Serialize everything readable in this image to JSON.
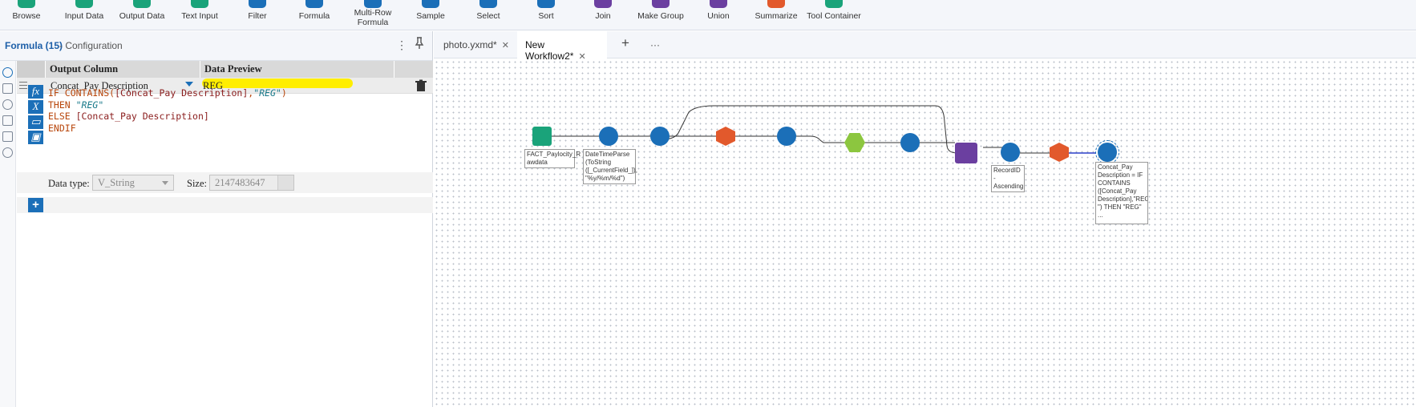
{
  "ribbon": {
    "items": [
      {
        "label": "Browse",
        "color": "#1aa37a"
      },
      {
        "label": "Input Data",
        "color": "#1aa37a"
      },
      {
        "label": "Output Data",
        "color": "#1aa37a"
      },
      {
        "label": "Text Input",
        "color": "#1aa37a"
      },
      {
        "label": "Filter",
        "color": "#1b6fb8"
      },
      {
        "label": "Formula",
        "color": "#1b6fb8"
      },
      {
        "label": "Multi-Row Formula",
        "color": "#1b6fb8"
      },
      {
        "label": "Sample",
        "color": "#1b6fb8"
      },
      {
        "label": "Select",
        "color": "#1b6fb8"
      },
      {
        "label": "Sort",
        "color": "#1b6fb8"
      },
      {
        "label": "Join",
        "color": "#6b3fa0"
      },
      {
        "label": "Make Group",
        "color": "#6b3fa0"
      },
      {
        "label": "Union",
        "color": "#6b3fa0"
      },
      {
        "label": "Summarize",
        "color": "#e2592c"
      },
      {
        "label": "Tool Container",
        "color": "#1aa37a"
      }
    ]
  },
  "config": {
    "title": "Formula (15)",
    "subtitle": "- Configuration",
    "menu_icon": "more-vertical-icon",
    "pin_icon": "pin-icon",
    "columns": {
      "output": "Output Column",
      "preview": "Data Preview"
    },
    "row": {
      "output_column": "Concat_Pay Description",
      "preview_value": "REG"
    },
    "expression": {
      "l1_kw": "IF CONTAINS(",
      "l1_fld": "[Concat_Pay Description]",
      "l1_comma": ",",
      "l1_str": "\"REG\"",
      "l1_close": ")",
      "l2_kw": "THEN ",
      "l2_str": "\"REG\"",
      "l3_kw": "ELSE ",
      "l3_fld": "[Concat_Pay Description]",
      "l4_kw": "ENDIF"
    },
    "data_type_label": "Data type:",
    "data_type_value": "V_String",
    "size_label": "Size:",
    "size_value": "2147483647",
    "add_label": "+"
  },
  "tabs": [
    {
      "label": "photo.yxmd*",
      "close": "✕"
    },
    {
      "label": "New Workflow2*",
      "close": "✕"
    }
  ],
  "tab_actions": {
    "add": "+",
    "more": "···"
  },
  "workflow": {
    "labels": {
      "input": "FACT_Paylocity_R awdata",
      "datetime": "DateTimeParse (ToString ([_CurrentField_]), \"%y/%m/%d\")",
      "recordid": "RecordID - Ascending",
      "formula": "Concat_Pay Description = IF CONTAINS ([Concat_Pay Description],\"REG \") THEN \"REG\" ..."
    },
    "colors": {
      "blue": "#1b6fb8",
      "orange": "#e2592c",
      "green": "#1aa37a",
      "purple": "#6b3fa0",
      "lime": "#8cc63f"
    }
  }
}
